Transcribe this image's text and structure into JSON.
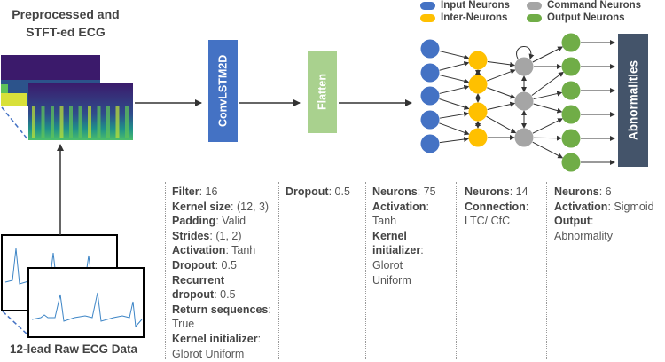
{
  "stft_title": [
    "Preprocessed and",
    "STFT-ed ECG"
  ],
  "raw_title": "12-lead Raw ECG Data",
  "blocks": {
    "convlstm": "ConvLSTM2D",
    "flatten": "Flatten",
    "output": "Abnormalities"
  },
  "legend": {
    "input": "Input Neurons",
    "inter": "Inter-Neurons",
    "command": "Command  Neurons",
    "output": "Output Neurons"
  },
  "colors": {
    "input": "#4472c4",
    "inter": "#ffc000",
    "command": "#a5a5a5",
    "output": "#70ad47",
    "conv_block": "#4472c4",
    "flatten_block": "#a9d18e",
    "output_block": "#44546a"
  },
  "params": {
    "conv": [
      {
        "k": "Filter",
        "v": ": 16"
      },
      {
        "k": "Kernel size",
        "v": ": (12, 3)"
      },
      {
        "k": "Padding",
        "v": ": Valid"
      },
      {
        "k": "Strides",
        "v": ": (1, 2)"
      },
      {
        "k": "Activation",
        "v": ": Tanh"
      },
      {
        "k": "Dropout",
        "v": ": 0.5"
      },
      {
        "k": "Recurrent",
        "v": ""
      },
      {
        "k": "dropout",
        "v": ": 0.5"
      },
      {
        "k": "Return sequences",
        "v": ":"
      },
      {
        "k": "",
        "v": "True"
      },
      {
        "k": "Kernel initializer",
        "v": ":"
      },
      {
        "k": "",
        "v": "Glorot Uniform"
      }
    ],
    "flatten": [
      {
        "k": "Dropout",
        "v": ": 0.5"
      }
    ],
    "inter": [
      {
        "k": "Neurons",
        "v": ": 75"
      },
      {
        "k": "Activation",
        "v": ":"
      },
      {
        "k": "",
        "v": "Tanh"
      },
      {
        "k": "Kernel",
        "v": ""
      },
      {
        "k": "initializer",
        "v": ":"
      },
      {
        "k": "",
        "v": "Glorot"
      },
      {
        "k": "",
        "v": "Uniform"
      }
    ],
    "command": [
      {
        "k": "Neurons",
        "v": ": 14"
      },
      {
        "k": "Connection",
        "v": ":"
      },
      {
        "k": "",
        "v": "LTC/ CfC"
      }
    ],
    "output": [
      {
        "k": "Neurons",
        "v": ": 6"
      },
      {
        "k": "Activation",
        "v": ": Sigmoid"
      },
      {
        "k": "Output",
        "v": ":"
      },
      {
        "k": "",
        "v": "Abnormality"
      }
    ]
  }
}
